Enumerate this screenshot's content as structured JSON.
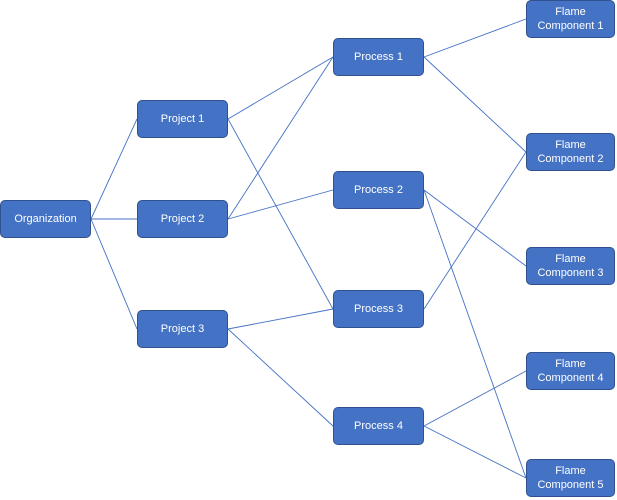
{
  "colors": {
    "node_fill": "#4472c4",
    "node_border": "#2f528f",
    "node_text": "#ffffff",
    "edge": "#4472c4"
  },
  "nodes": {
    "organization": "Organization",
    "project_1": "Project 1",
    "project_2": "Project 2",
    "project_3": "Project 3",
    "process_1": "Process 1",
    "process_2": "Process 2",
    "process_3": "Process 3",
    "process_4": "Process 4",
    "flame_component_1": "Flame\nComponent 1",
    "flame_component_2": "Flame\nComponent 2",
    "flame_component_3": "Flame\nComponent 3",
    "flame_component_4": "Flame\nComponent 4",
    "flame_component_5": "Flame\nComponent 5"
  },
  "edges": [
    [
      "organization",
      "project_1"
    ],
    [
      "organization",
      "project_2"
    ],
    [
      "organization",
      "project_3"
    ],
    [
      "project_1",
      "process_1"
    ],
    [
      "project_1",
      "process_3"
    ],
    [
      "project_2",
      "process_1"
    ],
    [
      "project_2",
      "process_2"
    ],
    [
      "project_3",
      "process_3"
    ],
    [
      "project_3",
      "process_4"
    ],
    [
      "process_1",
      "flame_component_1"
    ],
    [
      "process_1",
      "flame_component_2"
    ],
    [
      "process_2",
      "flame_component_3"
    ],
    [
      "process_2",
      "flame_component_5"
    ],
    [
      "process_3",
      "flame_component_2"
    ],
    [
      "process_4",
      "flame_component_4"
    ],
    [
      "process_4",
      "flame_component_5"
    ]
  ]
}
